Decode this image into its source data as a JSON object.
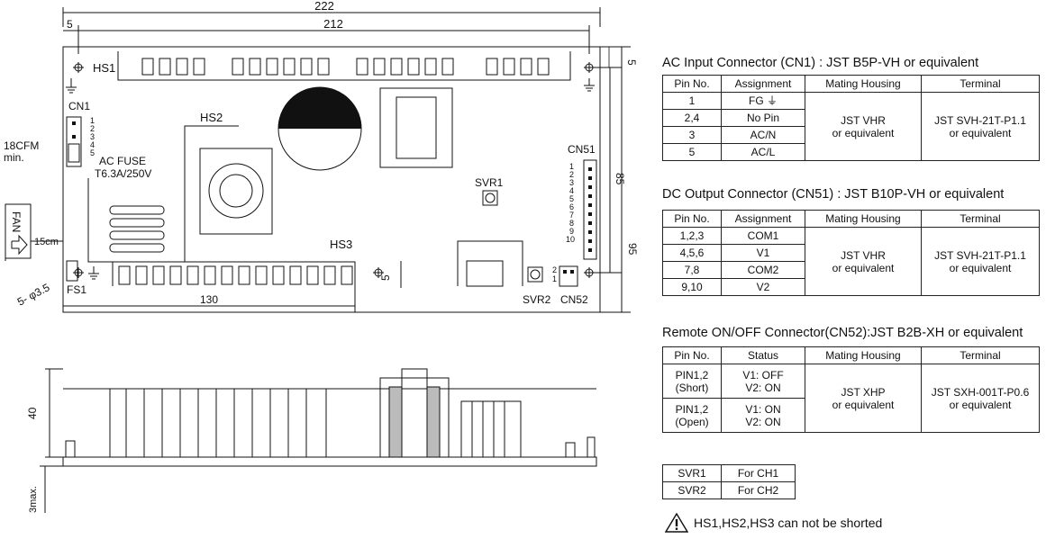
{
  "top_view": {
    "dim_overall": "222",
    "dim_inner": "212",
    "dim_edge_left": "5",
    "dim_edge_right": "5",
    "dim_height_inner": "85",
    "dim_height_outer": "95",
    "dim_bottom_edge": "5",
    "dim_bottom_len": "130",
    "dim_fan_offset": "15cm",
    "hole_note": "5- φ3.5",
    "label_hs1": "HS1",
    "label_hs2": "HS2",
    "label_hs3": "HS3",
    "label_cn1": "CN1",
    "cn1_pins": [
      "1",
      "2",
      "3",
      "4",
      "5"
    ],
    "label_fs1": "FS1",
    "fuse_line1": "AC FUSE",
    "fuse_line2": "T6.3A/250V",
    "label_cn51": "CN51",
    "cn51_pins": [
      "1",
      "2",
      "3",
      "4",
      "5",
      "6",
      "7",
      "8",
      "9",
      "10"
    ],
    "label_svr1": "SVR1",
    "label_svr2": "SVR2",
    "label_cn52": "CN52",
    "cn52_pins": [
      "2",
      "1"
    ],
    "airflow_line1": "18CFM",
    "airflow_line2": "min.",
    "fan_label": "FAN"
  },
  "side_view": {
    "dim_height": "40",
    "dim_bottom": "3max."
  },
  "ac_input": {
    "title": "AC Input Connector (CN1) : JST B5P-VH or equivalent",
    "headers": [
      "Pin No.",
      "Assignment",
      "Mating Housing",
      "Terminal"
    ],
    "rows": [
      {
        "pin": "1",
        "assign": "FG ⏚"
      },
      {
        "pin": "2,4",
        "assign": "No Pin"
      },
      {
        "pin": "3",
        "assign": "AC/N"
      },
      {
        "pin": "5",
        "assign": "AC/L"
      }
    ],
    "housing_line1": "JST VHR",
    "housing_line2": "or equivalent",
    "terminal_line1": "JST SVH-21T-P1.1",
    "terminal_line2": "or equivalent"
  },
  "dc_output": {
    "title": "DC Output Connector (CN51) : JST B10P-VH or equivalent",
    "headers": [
      "Pin No.",
      "Assignment",
      "Mating Housing",
      "Terminal"
    ],
    "rows": [
      {
        "pin": "1,2,3",
        "assign": "COM1"
      },
      {
        "pin": "4,5,6",
        "assign": "V1"
      },
      {
        "pin": "7,8",
        "assign": "COM2"
      },
      {
        "pin": "9,10",
        "assign": "V2"
      }
    ],
    "housing_line1": "JST VHR",
    "housing_line2": "or equivalent",
    "terminal_line1": "JST SVH-21T-P1.1",
    "terminal_line2": "or equivalent"
  },
  "remote": {
    "title": "Remote ON/OFF Connector(CN52):JST B2B-XH or equivalent",
    "headers": [
      "Pin No.",
      "Status",
      "Mating Housing",
      "Terminal"
    ],
    "rows": [
      {
        "pin1": "PIN1,2",
        "pin2": "(Short)",
        "st1": "V1: OFF",
        "st2": "V2: ON"
      },
      {
        "pin1": "PIN1,2",
        "pin2": "(Open)",
        "st1": "V1: ON",
        "st2": "V2: ON"
      }
    ],
    "housing_line1": "JST XHP",
    "housing_line2": "or equivalent",
    "terminal_line1": "JST SXH-001T-P0.6",
    "terminal_line2": "or equivalent"
  },
  "svr_table": {
    "rows": [
      {
        "name": "SVR1",
        "desc": "For CH1"
      },
      {
        "name": "SVR2",
        "desc": "For CH2"
      }
    ]
  },
  "warning": {
    "text": "HS1,HS2,HS3 can not be shorted",
    "icon": "warning-triangle-icon"
  }
}
